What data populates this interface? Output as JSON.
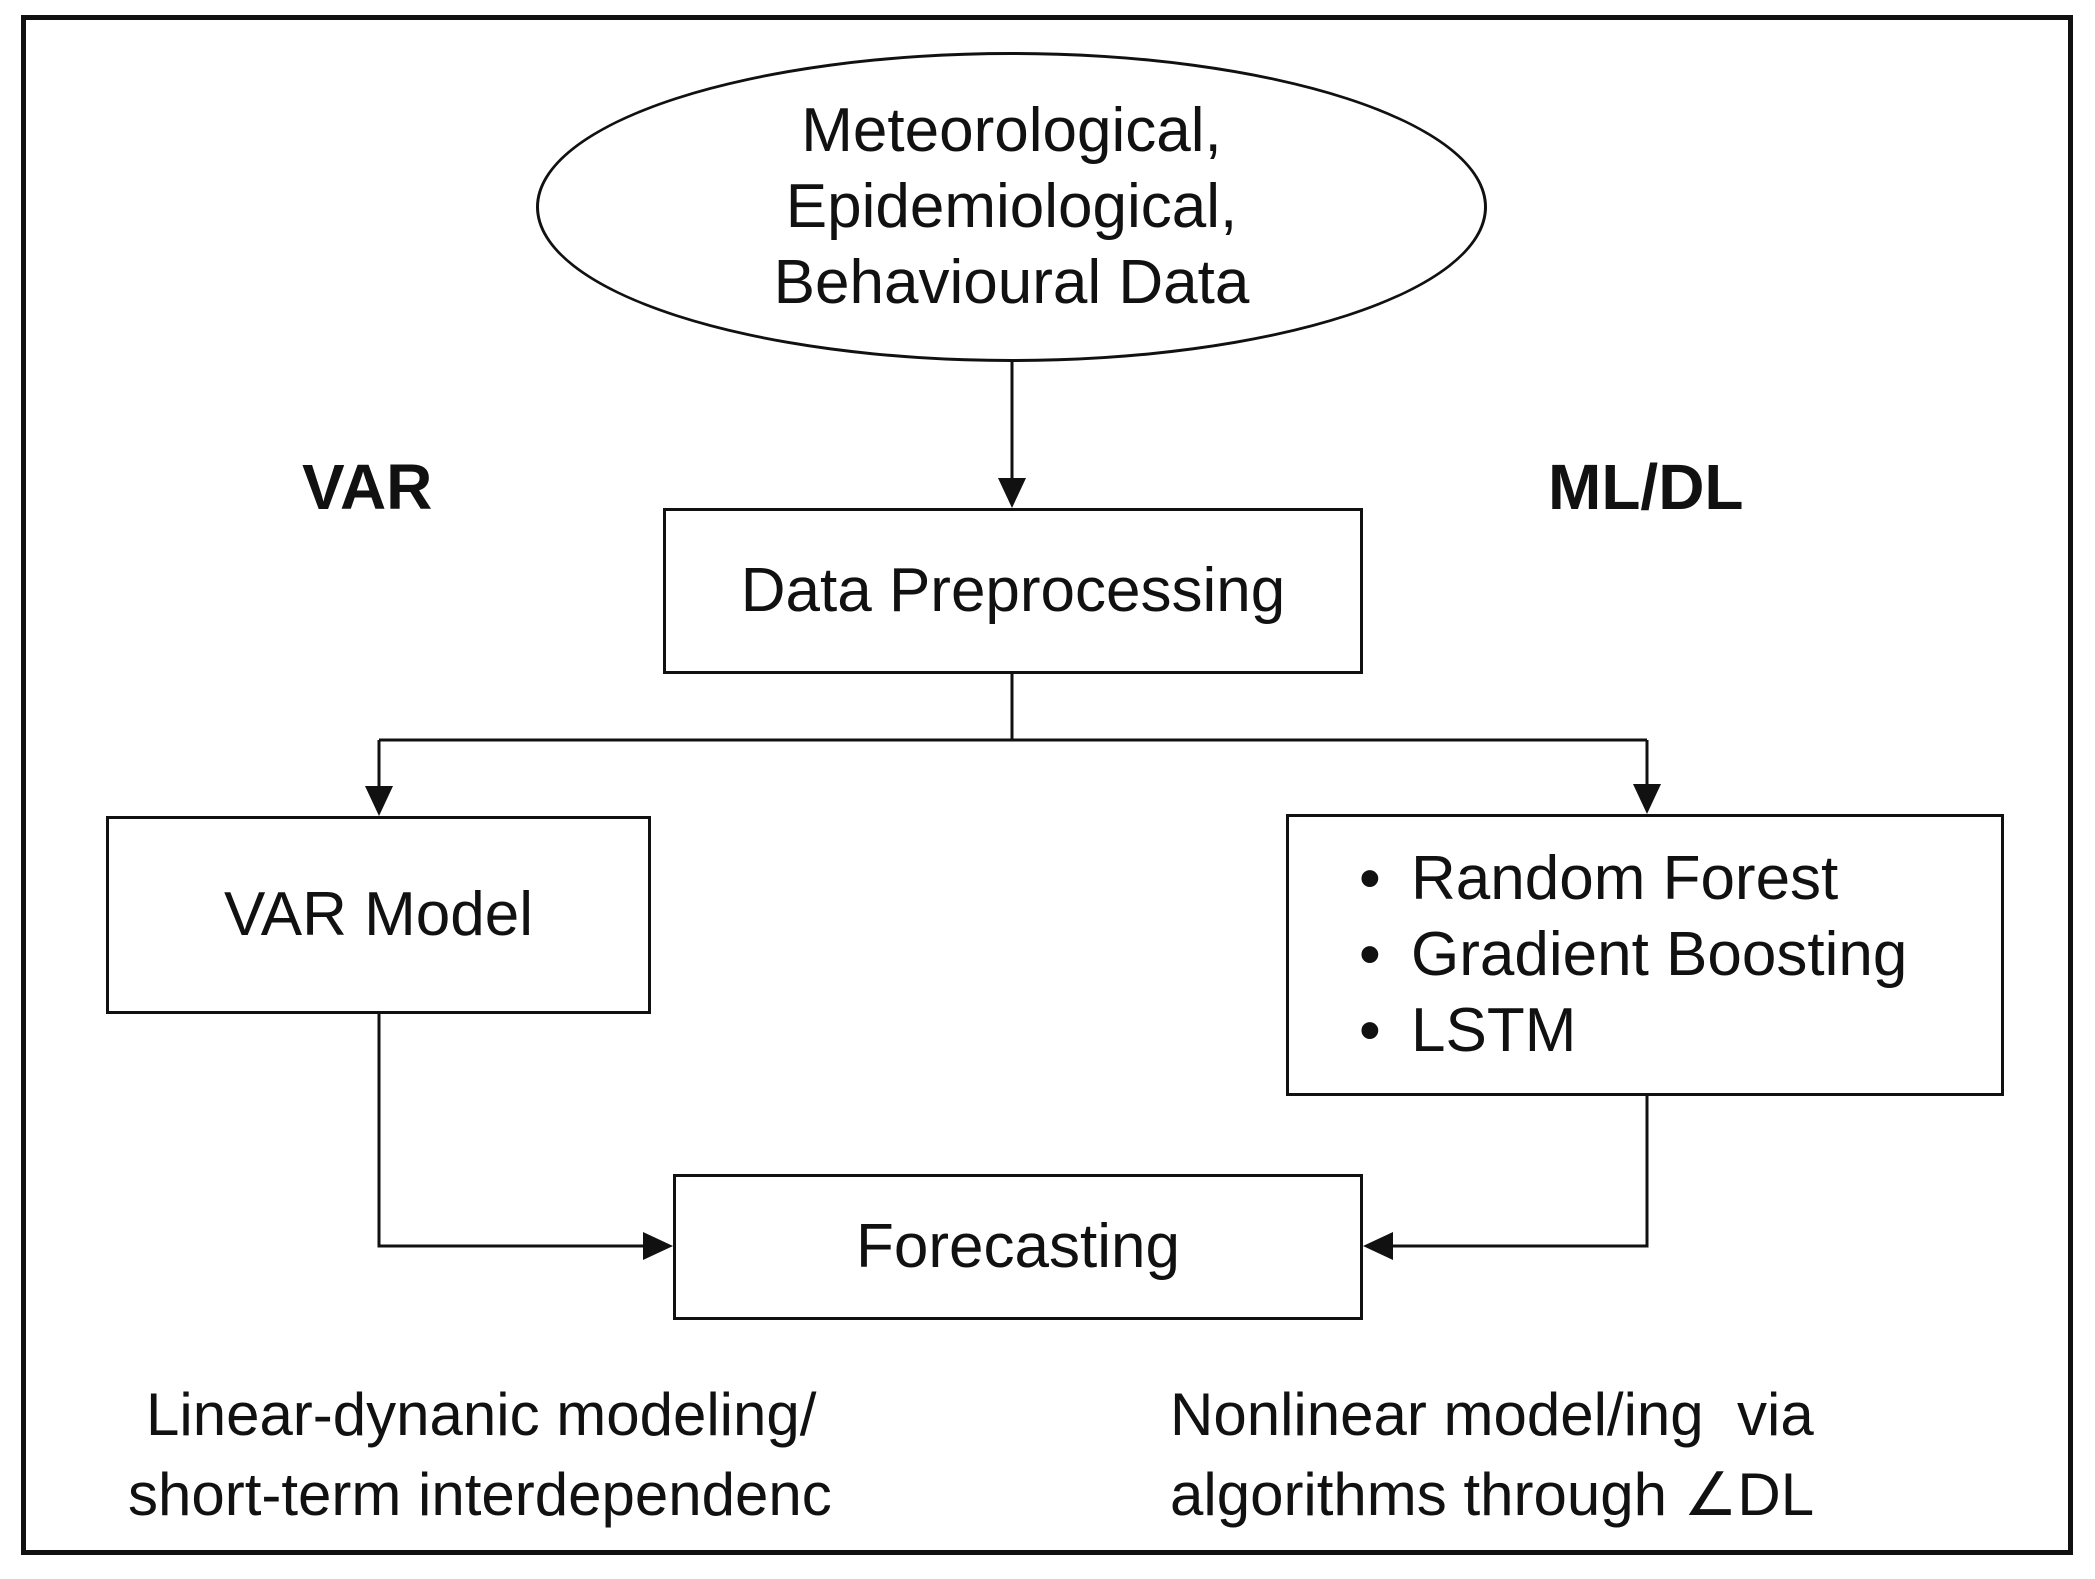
{
  "source_node": {
    "lines": [
      "Meteorological,",
      "Epidemiological,",
      "Behavioural Data"
    ]
  },
  "labels": {
    "left_branch": "VAR",
    "right_branch": "ML/DL"
  },
  "preprocessing": {
    "label": "Data Preprocessing"
  },
  "var_model": {
    "label": "VAR Model"
  },
  "ml_models": {
    "bullet": "•",
    "items": [
      "Random Forest",
      "Gradient Boosting",
      "LSTM"
    ]
  },
  "forecasting": {
    "label": "Forecasting"
  },
  "captions": {
    "left": [
      "Linear-dynanic modeling/",
      "short-term interdependenc"
    ],
    "right": [
      "Nonlinear model/ing  via",
      "algorithms through ∠DL"
    ]
  },
  "colors": {
    "stroke": "#111111",
    "background": "#ffffff"
  }
}
